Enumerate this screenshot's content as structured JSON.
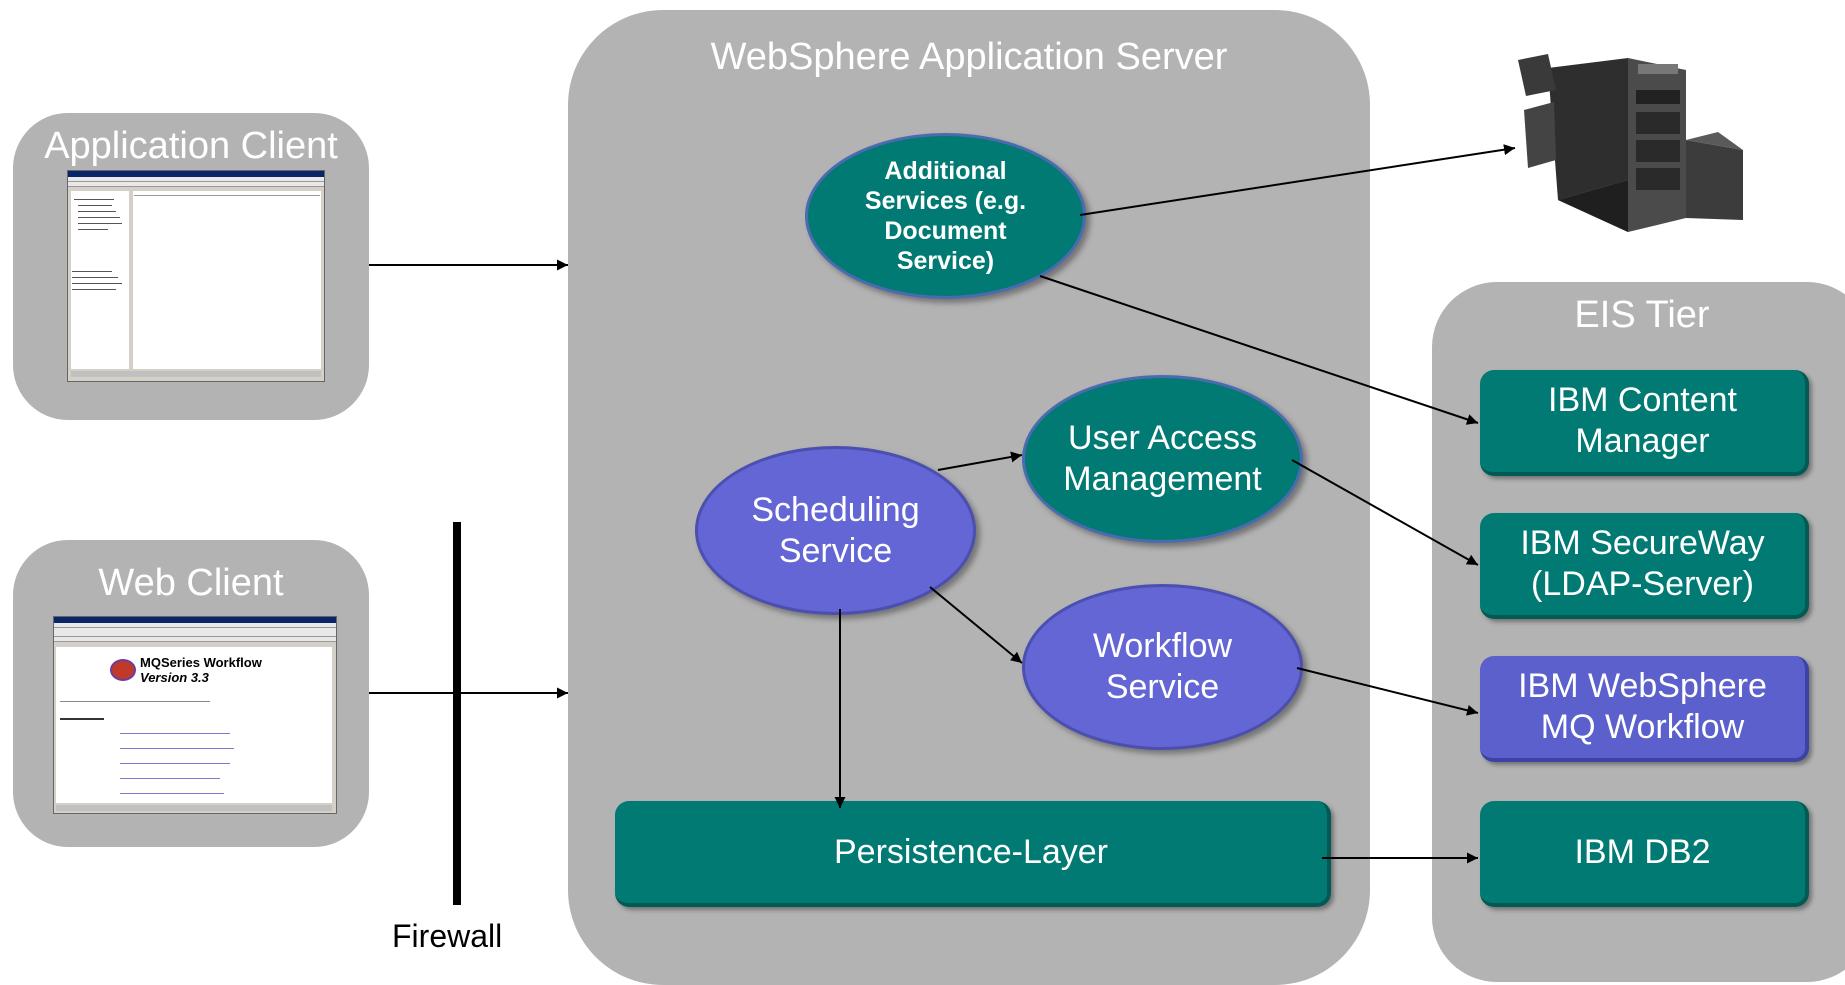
{
  "server": {
    "title": "WebSphere Application Server"
  },
  "app_client": {
    "title": "Application Client"
  },
  "web_client": {
    "title": "Web Client",
    "screenshot_heading": "MQSeries Workflow",
    "screenshot_version": "Version 3.3"
  },
  "eis": {
    "title": "EIS Tier",
    "items": [
      {
        "label": "IBM Content Manager"
      },
      {
        "label": "IBM SecureWay (LDAP-Server)"
      },
      {
        "label": "IBM WebSphere MQ Workflow"
      },
      {
        "label": "IBM DB2"
      }
    ]
  },
  "services": {
    "additional": "Additional Services (e.g. Document Service)",
    "user_access": "User Access Management",
    "scheduling": "Scheduling Service",
    "workflow": "Workflow Service",
    "persistence": "Persistence-Layer"
  },
  "firewall": {
    "label": "Firewall"
  },
  "colors": {
    "panel": "#b3b3b3",
    "teal": "#007a73",
    "blue": "#5b60cc",
    "connector": "#000000"
  },
  "icons": {
    "printer": "printer-icon"
  }
}
